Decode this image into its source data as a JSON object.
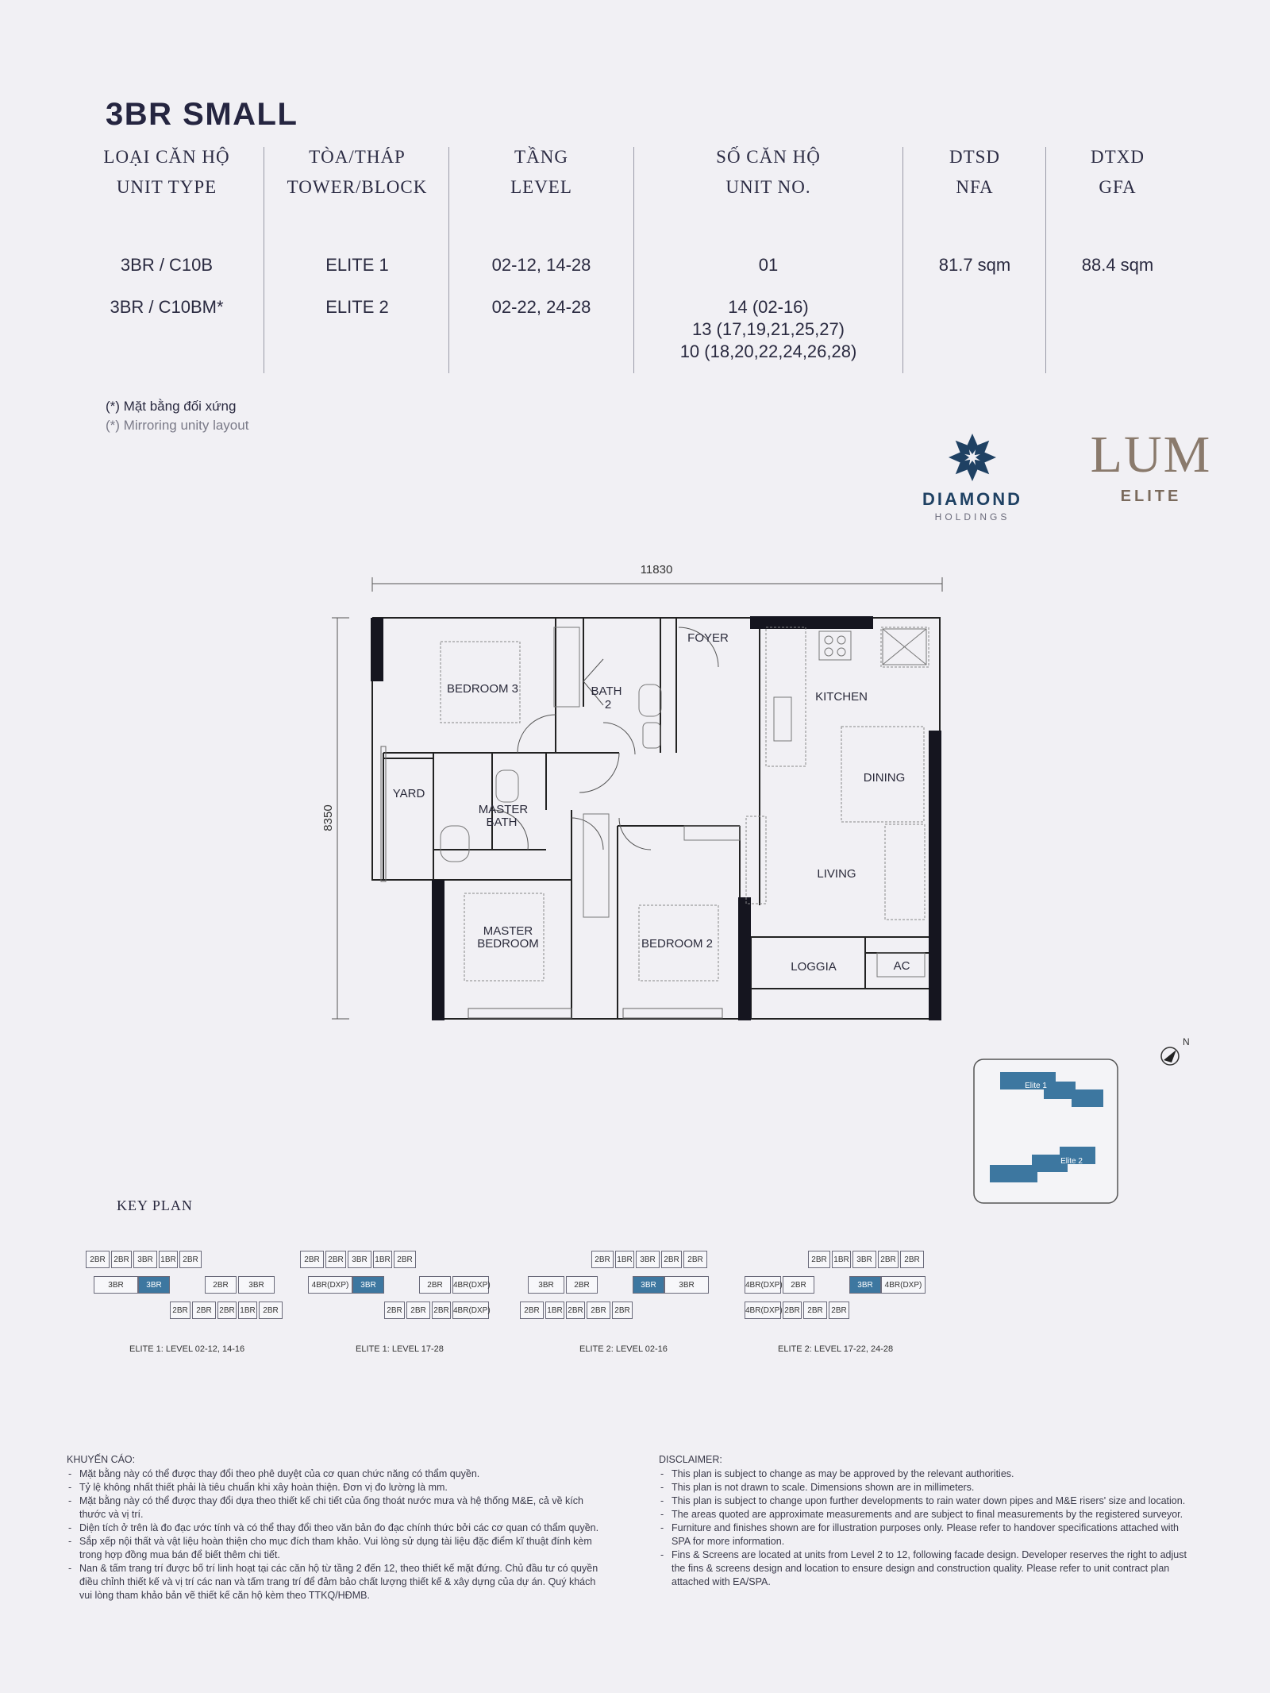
{
  "title": "3BR SMALL",
  "table": {
    "headers": [
      {
        "vi": "LOẠI CĂN HỘ",
        "en": "UNIT TYPE"
      },
      {
        "vi": "TÒA/THÁP",
        "en": "TOWER/BLOCK"
      },
      {
        "vi": "TẦNG",
        "en": "LEVEL"
      },
      {
        "vi": "SỐ CĂN HỘ",
        "en": "UNIT NO."
      },
      {
        "vi": "DTSD",
        "en": "NFA"
      },
      {
        "vi": "DTXD",
        "en": "GFA"
      }
    ],
    "rows": [
      {
        "type": "3BR / C10B",
        "tower": "ELITE 1",
        "level": "02-12, 14-28",
        "unit": [
          "01"
        ],
        "nfa": "81.7 sqm",
        "gfa": "88.4 sqm"
      },
      {
        "type": "3BR / C10BM*",
        "tower": "ELITE 2",
        "level": "02-22, 24-28",
        "unit": [
          "14 (02-16)",
          "13 (17,19,21,25,27)",
          "10 (18,20,22,24,26,28)"
        ],
        "nfa": "",
        "gfa": ""
      }
    ]
  },
  "notes": {
    "vi": "(*) Mặt bằng đối xứng",
    "en": "(*) Mirroring unity layout"
  },
  "logos": {
    "diamond_1": "DIAMOND",
    "diamond_2": "HOLDINGS",
    "lum_1": "LUM",
    "lum_2": "ELITE"
  },
  "plan": {
    "dim_width": "11830",
    "dim_height": "8350",
    "rooms": {
      "bedroom3": "BEDROOM 3",
      "bath2_a": "BATH",
      "bath2_b": "2",
      "foyer": "FOYER",
      "kitchen": "KITCHEN",
      "yard": "YARD",
      "master_bath_a": "MASTER",
      "master_bath_b": "BATH",
      "dining": "DINING",
      "living": "LIVING",
      "master_bed_a": "MASTER",
      "master_bed_b": "BEDROOM",
      "bedroom2": "BEDROOM 2",
      "loggia": "LOGGIA",
      "ac": "AC"
    },
    "north": "N",
    "site_elite1": "Elite 1",
    "site_elite2": "Elite 2"
  },
  "keyplan": {
    "title": "KEY PLAN",
    "captions": [
      "ELITE 1: LEVEL 02-12, 14-16",
      "ELITE 1: LEVEL 17-28",
      "ELITE 2: LEVEL 02-16",
      "ELITE 2: LEVEL 17-22, 24-28"
    ],
    "plans": [
      {
        "cells": [
          [
            "2BR",
            0,
            0,
            30
          ],
          [
            "2BR",
            32,
            0,
            26
          ],
          [
            "3BR",
            60,
            0,
            30
          ],
          [
            "1BR",
            92,
            0,
            24
          ],
          [
            "2BR",
            118,
            0,
            28
          ],
          [
            "3BR",
            10,
            32,
            56
          ],
          [
            "3BR",
            66,
            32,
            40,
            1
          ],
          [
            "2BR",
            150,
            32,
            40
          ],
          [
            "3BR",
            192,
            32,
            46
          ],
          [
            "2BR",
            106,
            64,
            26
          ],
          [
            "2BR",
            134,
            64,
            30
          ],
          [
            "2BR",
            166,
            64,
            24
          ],
          [
            "1BR",
            192,
            64,
            24
          ],
          [
            "2BR",
            218,
            64,
            30
          ]
        ]
      },
      {
        "cells": [
          [
            "2BR",
            0,
            0,
            30
          ],
          [
            "2BR",
            32,
            0,
            26
          ],
          [
            "3BR",
            60,
            0,
            30
          ],
          [
            "1BR",
            92,
            0,
            24
          ],
          [
            "2BR",
            118,
            0,
            28
          ],
          [
            "4BR(DXP)",
            10,
            32,
            56
          ],
          [
            "3BR",
            66,
            32,
            40,
            1
          ],
          [
            "2BR",
            150,
            32,
            40
          ],
          [
            "4BR(DXP)",
            192,
            32,
            46
          ],
          [
            "2BR",
            106,
            64,
            26
          ],
          [
            "2BR",
            134,
            64,
            30
          ],
          [
            "2BR",
            166,
            64,
            24
          ],
          [
            "4BR(DXP)",
            192,
            64,
            46
          ]
        ]
      },
      {
        "cells": [
          [
            "2BR",
            90,
            0,
            28
          ],
          [
            "1BR",
            120,
            0,
            24
          ],
          [
            "3BR",
            146,
            0,
            30
          ],
          [
            "2BR",
            178,
            0,
            26
          ],
          [
            "2BR",
            206,
            0,
            30
          ],
          [
            "3BR",
            10,
            32,
            46
          ],
          [
            "2BR",
            58,
            32,
            40
          ],
          [
            "3BR",
            142,
            32,
            40,
            1
          ],
          [
            "3BR",
            182,
            32,
            56
          ],
          [
            "2BR",
            0,
            64,
            30
          ],
          [
            "1BR",
            32,
            64,
            24
          ],
          [
            "2BR",
            58,
            64,
            24
          ],
          [
            "2BR",
            84,
            64,
            30
          ],
          [
            "2BR",
            116,
            64,
            26
          ]
        ]
      },
      {
        "cells": [
          [
            "2BR",
            90,
            0,
            28
          ],
          [
            "1BR",
            120,
            0,
            24
          ],
          [
            "3BR",
            146,
            0,
            30
          ],
          [
            "2BR",
            178,
            0,
            26
          ],
          [
            "2BR",
            206,
            0,
            30
          ],
          [
            "4BR(DXP)",
            10,
            32,
            46
          ],
          [
            "2BR",
            58,
            32,
            40
          ],
          [
            "3BR",
            142,
            32,
            40,
            1
          ],
          [
            "4BR(DXP)",
            182,
            32,
            56
          ],
          [
            "4BR(DXP)",
            10,
            64,
            46
          ],
          [
            "2BR",
            58,
            64,
            24
          ],
          [
            "2BR",
            84,
            64,
            30
          ],
          [
            "2BR",
            116,
            64,
            26
          ]
        ]
      }
    ]
  },
  "disclaimer_vi": {
    "title": "KHUYẾN CÁO:",
    "items": [
      "Mặt bằng này có thể được thay đổi theo phê duyệt của cơ quan chức năng có thẩm quyền.",
      "Tỷ lệ không nhất thiết phải là tiêu chuẩn khi xây hoàn thiện. Đơn vị đo lường là mm.",
      "Mặt bằng này có thể được thay đổi dựa theo thiết kế chi tiết của ống thoát nước mưa và hệ thống M&E, cả về kích thước và vị trí.",
      "Diện tích ở trên là đo đạc ước tính và có thể thay đổi theo văn bản đo đạc chính thức bởi các cơ quan có thẩm quyền.",
      "Sắp xếp nội thất và vật liệu hoàn thiện cho mục đích tham khảo. Vui lòng sử dụng tài liệu đặc điểm kĩ thuật đính kèm trong hợp đồng mua bán để biết thêm chi tiết.",
      "Nan & tấm trang trí được bố trí linh hoạt tại các căn hộ từ tầng 2 đến 12, theo thiết kế mặt đứng. Chủ đầu tư có quyền điều chỉnh thiết kế và vị trí các nan và tấm trang trí để đảm bảo chất lượng thiết kế & xây dựng của dự án. Quý khách vui lòng tham khảo bản vẽ thiết kế căn hộ kèm theo TTKQ/HĐMB."
    ]
  },
  "disclaimer_en": {
    "title": "DISCLAIMER:",
    "items": [
      "This plan is subject to change as may be approved by the relevant authorities.",
      "This plan is not drawn to scale. Dimensions shown are in millimeters.",
      "This plan is subject to change upon further developments to rain water down pipes and M&E risers' size and location.",
      "The areas quoted are approximate measurements and are subject to final measurements by the registered surveyor.",
      "Furniture and finishes shown are for illustration purposes only. Please refer to handover specifications attached with SPA for more information.",
      "Fins & Screens are located at units from Level 2 to 12, following facade design. Developer reserves the right to adjust the fins & screens design and location to ensure design and construction quality. Please refer to unit contract plan attached with EA/SPA."
    ]
  }
}
